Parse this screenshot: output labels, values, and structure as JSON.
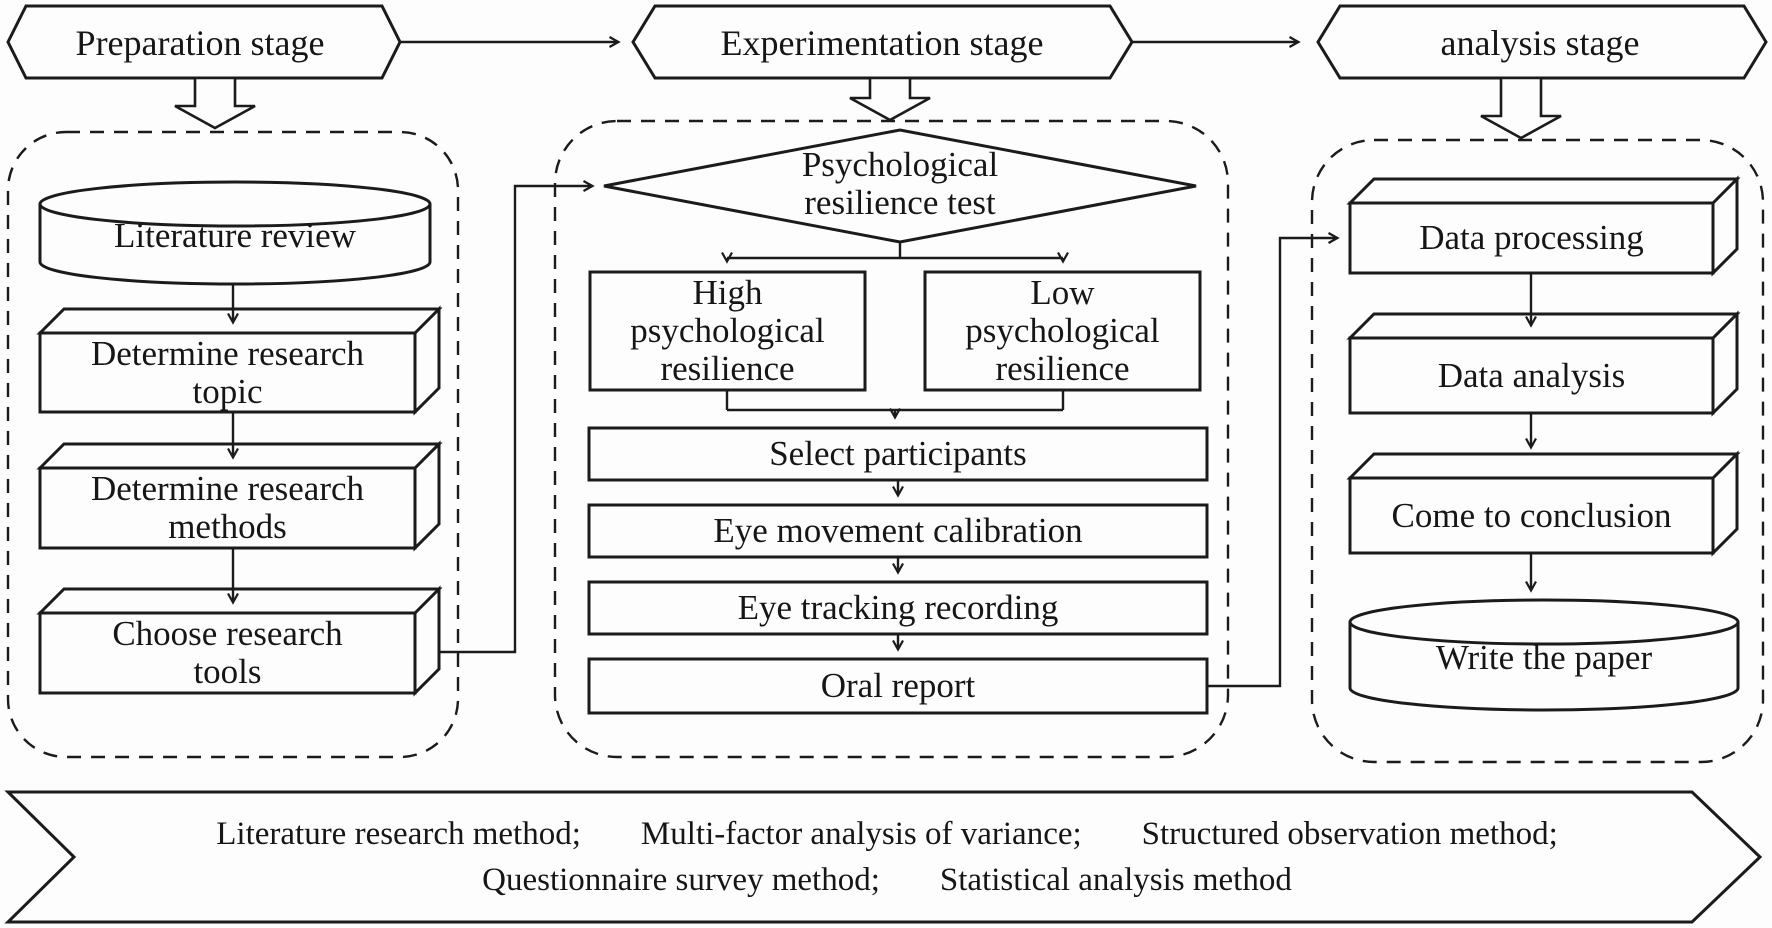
{
  "stages": [
    {
      "label": "Preparation stage"
    },
    {
      "label": "Experimentation stage"
    },
    {
      "label": "analysis stage"
    }
  ],
  "preparation": {
    "literature_review": "Literature review",
    "determine_topic_line1": "Determine research",
    "determine_topic_line2": "topic",
    "determine_methods_line1": "Determine research",
    "determine_methods_line2": "methods",
    "choose_tools_line1": "Choose research",
    "choose_tools_line2": "tools"
  },
  "experimentation": {
    "resilience_test_line1": "Psychological",
    "resilience_test_line2": "resilience test",
    "high_line1": "High",
    "high_line2": "psychological",
    "high_line3": "resilience",
    "low_line1": "Low",
    "low_line2": "psychological",
    "low_line3": "resilience",
    "select_participants": "Select participants",
    "eye_movement_calibration": "Eye movement calibration",
    "eye_tracking_recording": "Eye tracking recording",
    "oral_report": "Oral report"
  },
  "analysis": {
    "data_processing": "Data processing",
    "data_analysis": "Data analysis",
    "come_to_conclusion": "Come to conclusion",
    "write_the_paper": "Write the paper"
  },
  "methods_banner": {
    "row1": [
      "Literature research method;",
      "Multi-factor analysis of variance;",
      "Structured observation method;"
    ],
    "row2": [
      "Questionnaire survey method;",
      "Statistical analysis method"
    ]
  },
  "colors": {
    "stroke": "#1b1b1b",
    "text": "#161616",
    "background": "#fdfdfd"
  }
}
